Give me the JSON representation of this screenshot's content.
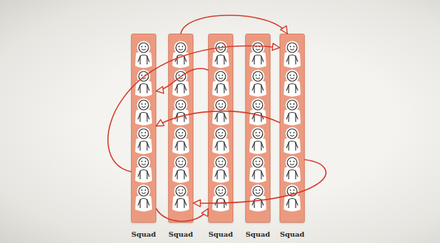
{
  "diagram": {
    "nodes": [
      {
        "text": [
          "Squad"
        ]
      },
      {
        "text": [
          "Squad"
        ]
      },
      {
        "text": [
          "Squad"
        ]
      },
      {
        "text": [
          "Squad"
        ]
      },
      {
        "text": [
          "Squad"
        ]
      }
    ],
    "edges": [
      {
        "from": 1,
        "to": 4,
        "arrow": "to"
      },
      {
        "from": 0,
        "to": 4,
        "arrow": "to"
      },
      {
        "from": 2,
        "to": 0,
        "arrow": "to"
      },
      {
        "from": 4,
        "to": 0,
        "arrow": "to"
      },
      {
        "from": 4,
        "to": 1,
        "arrow": "to"
      },
      {
        "from": 0,
        "to": 2,
        "arrow": "to"
      }
    ]
  }
}
